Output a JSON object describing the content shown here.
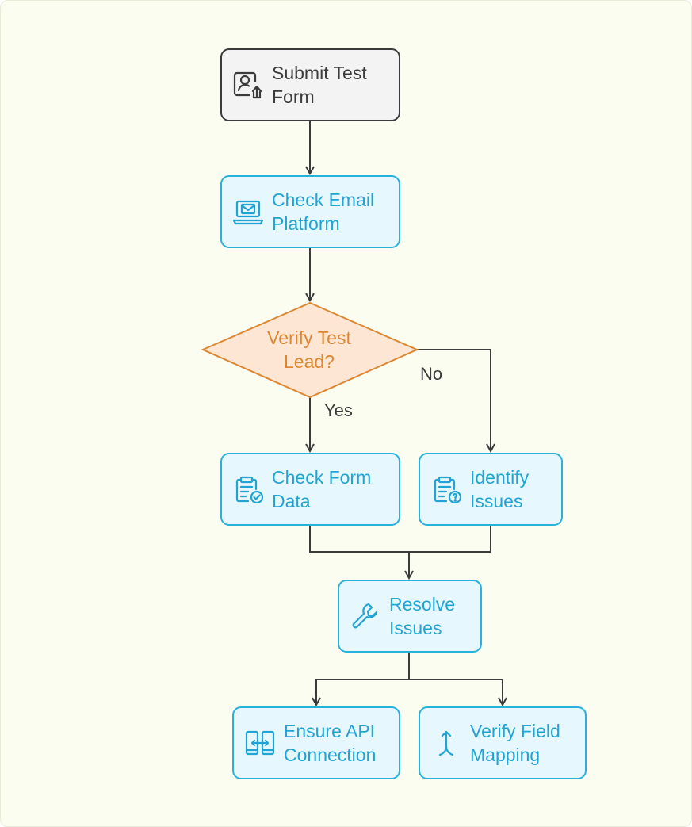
{
  "diagram": {
    "nodes": {
      "submit": {
        "label": "Submit Test\nForm",
        "icon": "user-upload-icon"
      },
      "check_email": {
        "label": "Check Email\nPlatform",
        "icon": "laptop-mail-icon"
      },
      "verify_lead": {
        "label": "Verify Test\nLead?",
        "shape": "diamond"
      },
      "check_form": {
        "label": "Check Form\nData",
        "icon": "clipboard-check-icon"
      },
      "identify": {
        "label": "Identify\nIssues",
        "icon": "clipboard-question-icon"
      },
      "resolve": {
        "label": "Resolve\nIssues",
        "icon": "wrench-icon"
      },
      "api": {
        "label": "Ensure API\nConnection",
        "icon": "api-transfer-icon"
      },
      "mapping": {
        "label": "Verify Field\nMapping",
        "icon": "merge-arrow-icon"
      }
    },
    "edge_labels": {
      "yes": "Yes",
      "no": "No"
    },
    "colors": {
      "background": "#fbfdf0",
      "start_stroke": "#3b3b3b",
      "start_fill": "#f3f3f3",
      "process_stroke": "#29b1de",
      "process_fill": "#e6f7fd",
      "decision_stroke": "#de8733",
      "decision_fill": "#fde7d4",
      "connector": "#3b3b3b"
    }
  }
}
